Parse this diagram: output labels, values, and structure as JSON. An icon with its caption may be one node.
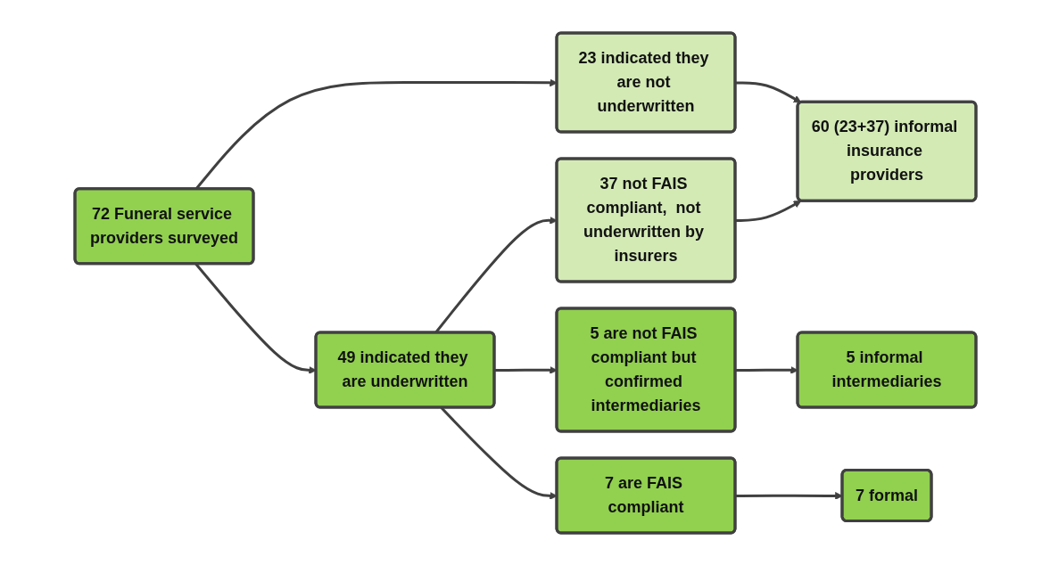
{
  "diagram": {
    "nodes": [
      {
        "text": [
          "72 Funeral service providers surveyed"
        ]
      },
      {
        "text": [
          "23 indicated they are not underwritten"
        ]
      },
      {
        "text": [
          "49 indicated they are underwritten"
        ]
      },
      {
        "text": [
          "37 not FAIS compliant,  not underwritten by insurers"
        ]
      },
      {
        "text": [
          "5 are not FAIS compliant but confirmed intermediaries"
        ]
      },
      {
        "text": [
          "7 are FAIS compliant"
        ]
      },
      {
        "text": [
          "60 (23+37) informal insurance providers"
        ]
      },
      {
        "text": [
          "5 informal intermediaries"
        ]
      },
      {
        "text": [
          "7 formal"
        ]
      }
    ],
    "edges": [
      {
        "from": 0,
        "to": 1,
        "arrow": "to"
      },
      {
        "from": 0,
        "to": 2,
        "arrow": "to"
      },
      {
        "from": 1,
        "to": 6,
        "arrow": "to"
      },
      {
        "from": 2,
        "to": 3,
        "arrow": "to"
      },
      {
        "from": 2,
        "to": 4,
        "arrow": "to"
      },
      {
        "from": 2,
        "to": 5,
        "arrow": "to"
      },
      {
        "from": 3,
        "to": 6,
        "arrow": "to"
      },
      {
        "from": 4,
        "to": 7,
        "arrow": "to"
      },
      {
        "from": 5,
        "to": 8,
        "arrow": "to"
      }
    ]
  }
}
